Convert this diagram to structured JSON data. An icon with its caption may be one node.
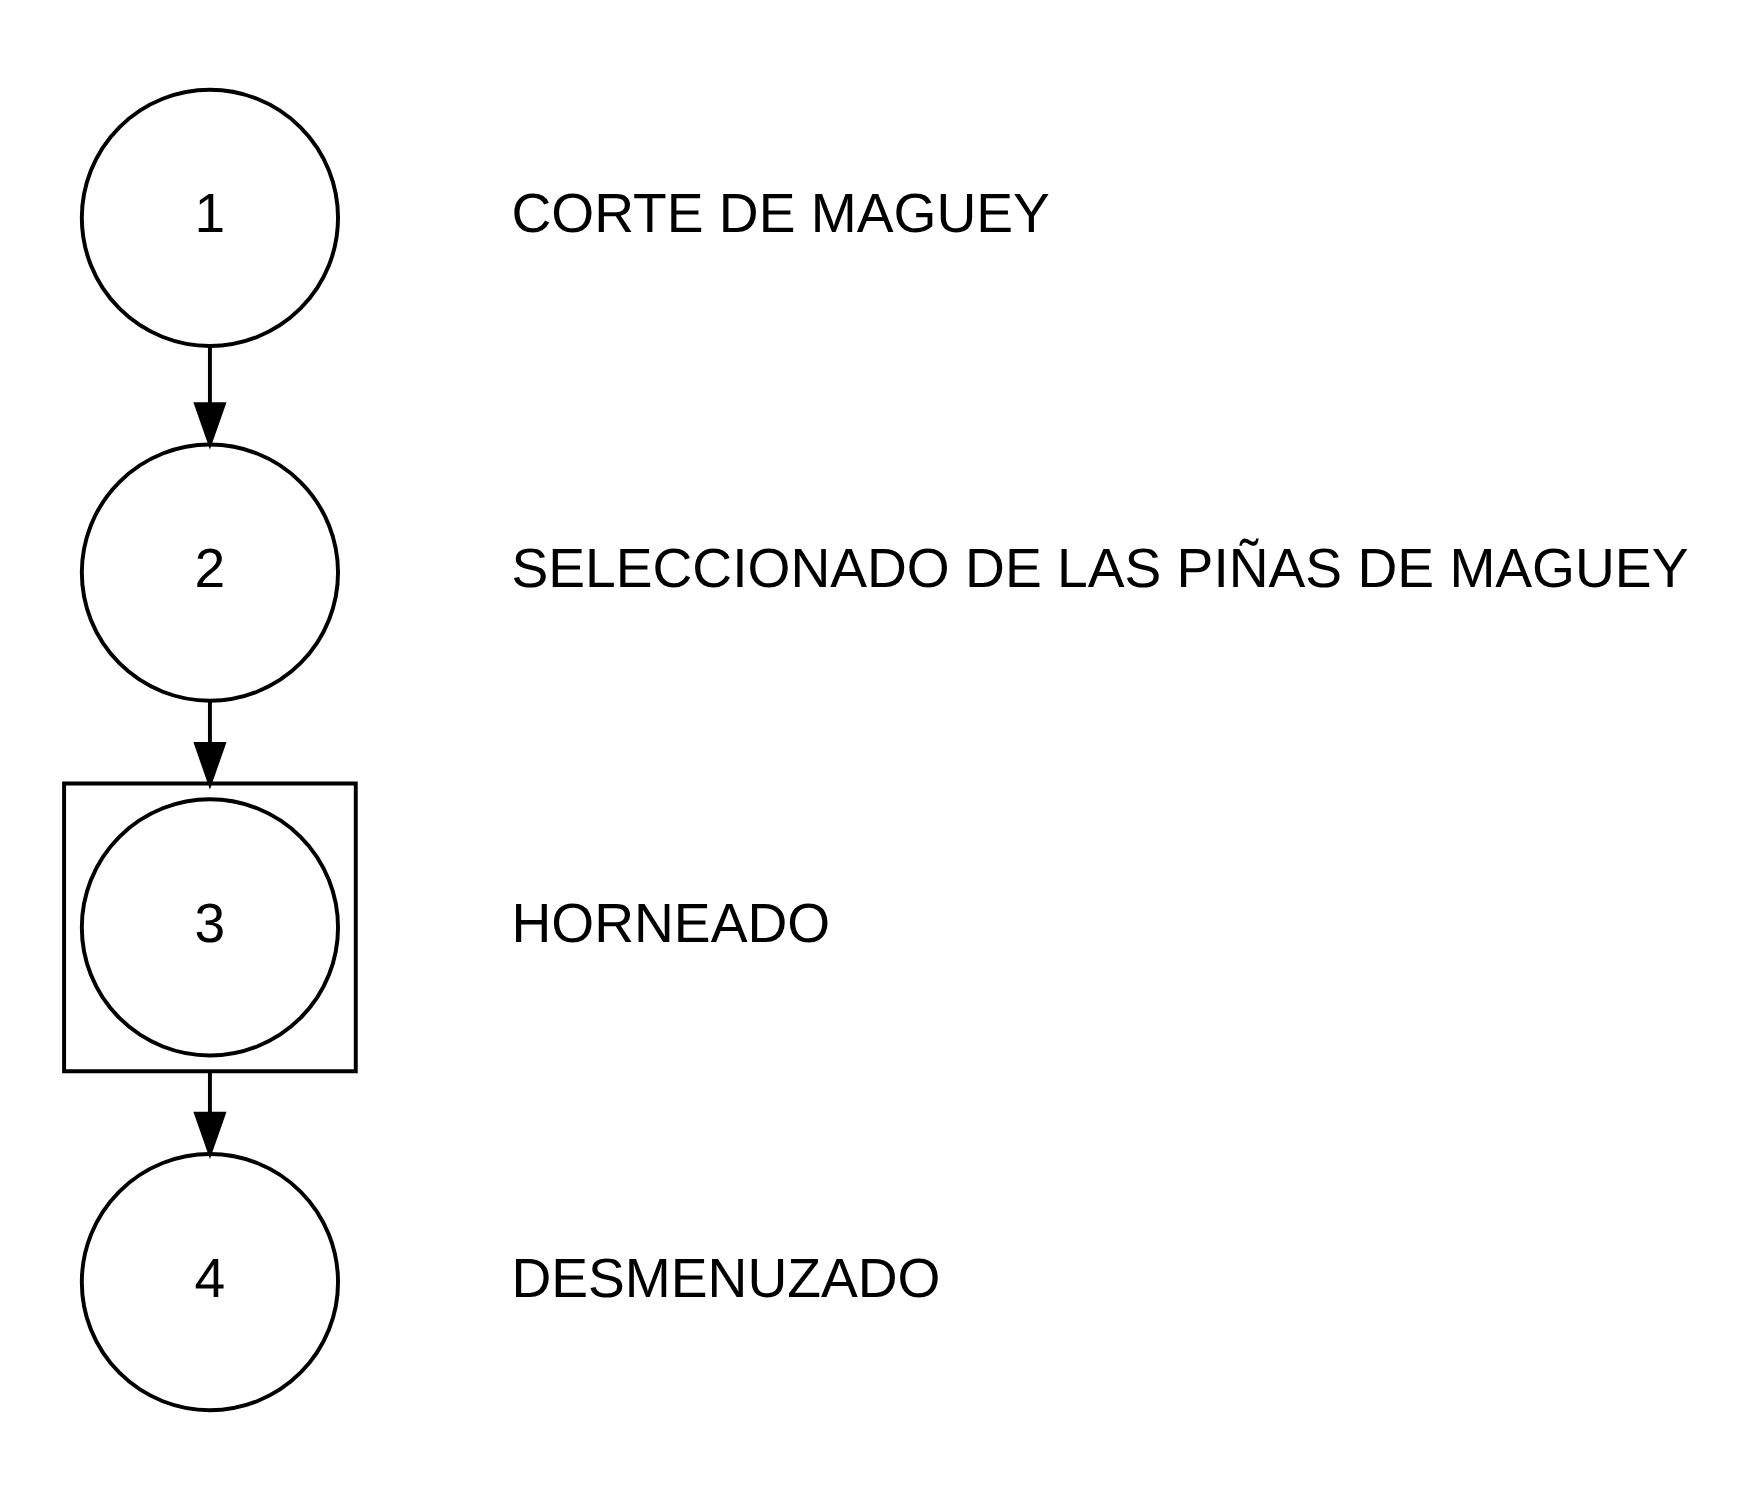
{
  "diagram": {
    "nodes": [
      {
        "text": [
          "1"
        ],
        "beside": [
          "CORTE DE MAGUEY"
        ]
      },
      {
        "text": [
          "2"
        ],
        "beside": [
          "SELECCIONADO DE LAS PIÑAS DE MAGUEY"
        ]
      },
      {
        "text": [],
        "shape": "box"
      },
      {
        "text": [
          "3"
        ],
        "in": 2,
        "beside": [
          "HORNEADO"
        ]
      },
      {
        "text": [
          "4"
        ],
        "beside": [
          "DESMENUZADO"
        ]
      }
    ],
    "edges": [
      {
        "from": 0,
        "to": 1,
        "arrow": "to"
      },
      {
        "from": 1,
        "to": 2,
        "arrow": "to"
      },
      {
        "from": 2,
        "to": 4,
        "arrow": "to"
      }
    ]
  }
}
